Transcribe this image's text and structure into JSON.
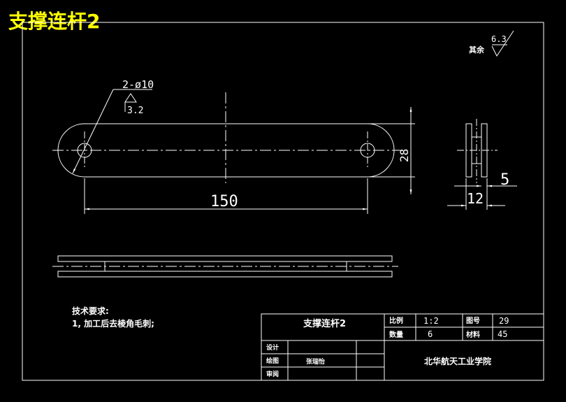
{
  "title": "支撑连杆2",
  "roughness": {
    "general_label": "其余",
    "general_value": "6.3",
    "hole_value": "3.2"
  },
  "dimensions": {
    "holes": "2-ø10",
    "length": "150",
    "width": "28",
    "thickness_total": "12",
    "plate": "5"
  },
  "notes": {
    "heading": "技术要求:",
    "line1": "1, 加工后去棱角毛刺;"
  },
  "title_block": {
    "part_name": "支撑连杆2",
    "scale_label": "比例",
    "scale_value": "1:2",
    "drawing_no_label": "图号",
    "drawing_no_value": "29",
    "qty_label": "数量",
    "qty_value": "6",
    "material_label": "材料",
    "material_value": "45",
    "design_label": "设计",
    "draw_label": "绘图",
    "drafter": "张瑞怡",
    "review_label": "审阅",
    "school": "北华航天工业学院"
  },
  "colors": {
    "background": "#000000",
    "line": "#ffffff",
    "title": "#ffff00"
  }
}
